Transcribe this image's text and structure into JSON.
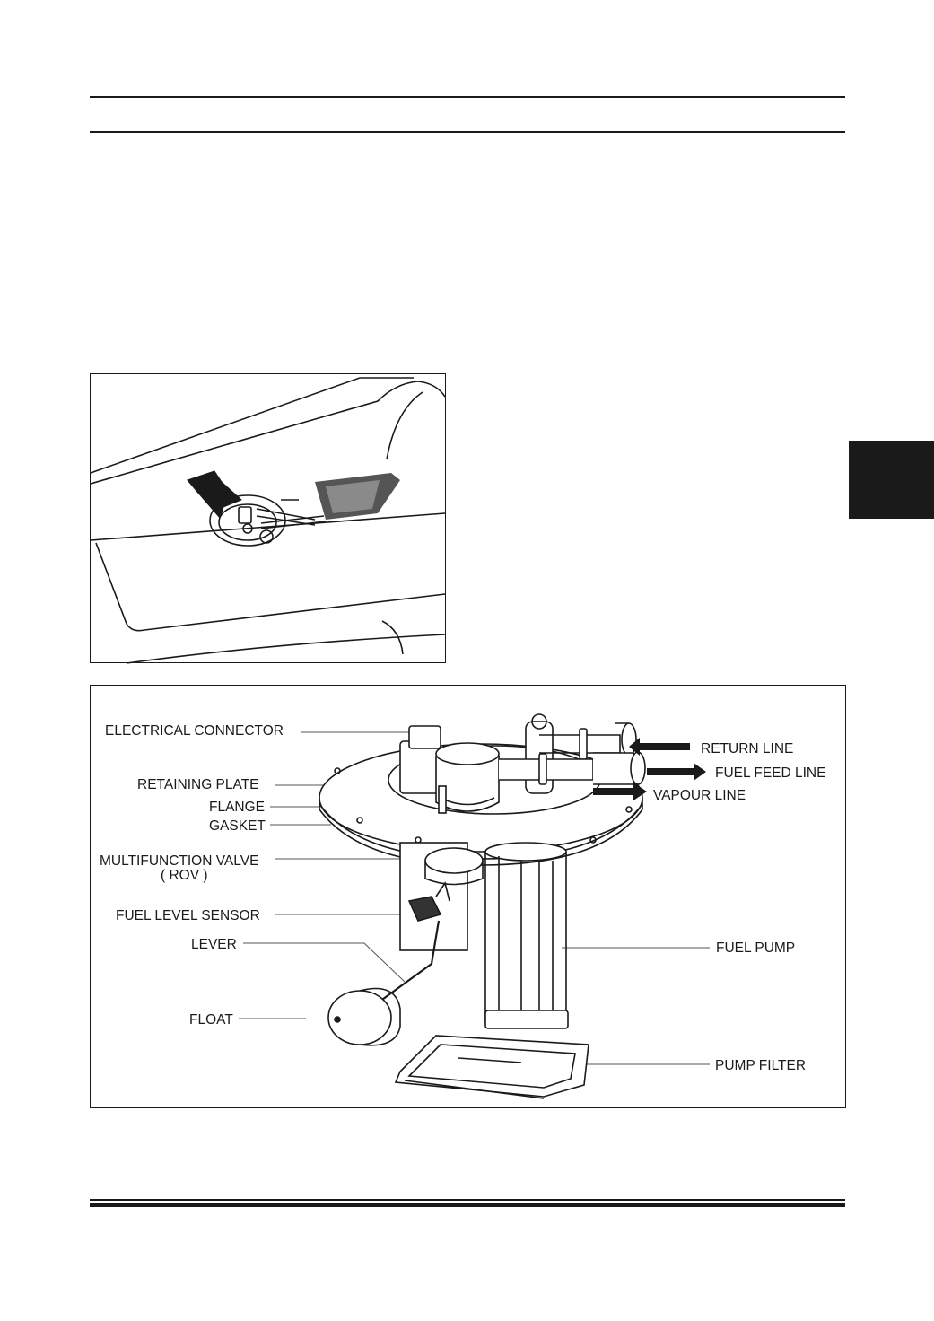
{
  "diagram": {
    "labels": {
      "electrical_connector": "ELECTRICAL CONNECTOR",
      "retaining_plate": "RETAINING PLATE",
      "flange": "FLANGE",
      "gasket": "GASKET",
      "multifunction_valve": "MULTIFUNCTION VALVE",
      "multifunction_valve_sub": "( ROV )",
      "fuel_level_sensor": "FUEL LEVEL SENSOR",
      "lever": "LEVER",
      "float": "FLOAT",
      "return_line": "RETURN LINE",
      "fuel_feed_line": "FUEL FEED LINE",
      "vapour_line": "VAPOUR LINE",
      "fuel_pump": "FUEL PUMP",
      "pump_filter": "PUMP FILTER"
    }
  },
  "colors": {
    "ink": "#1a1a1a",
    "side_tab": "#1a1a1a",
    "background": "#ffffff"
  }
}
